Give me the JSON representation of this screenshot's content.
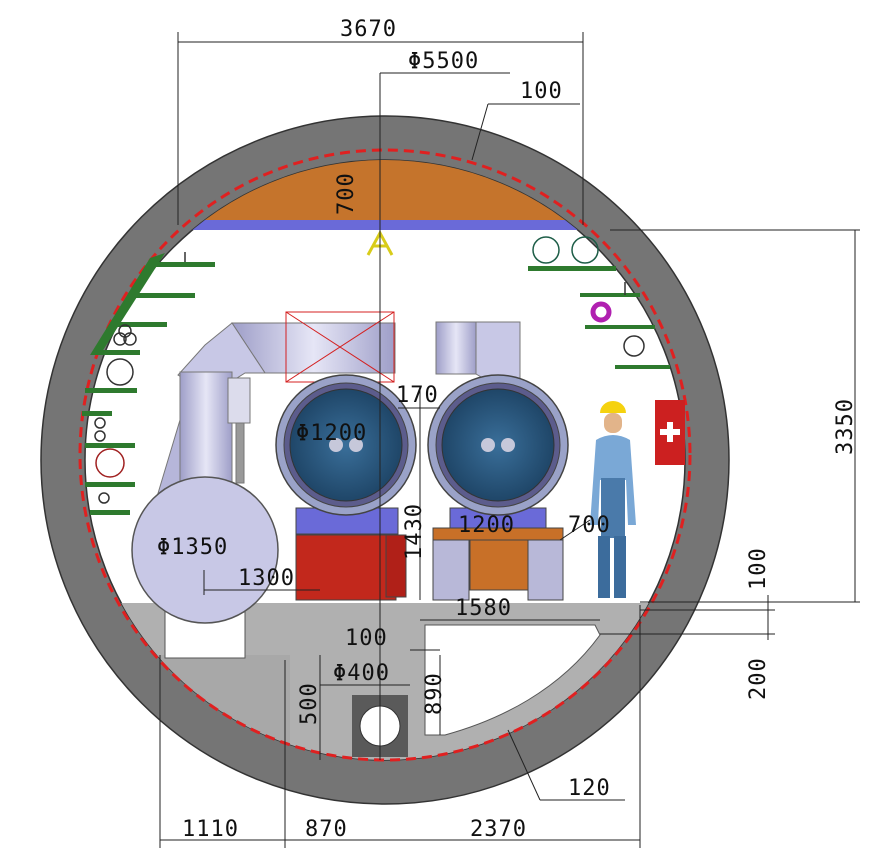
{
  "dimensions": {
    "top_width": "3670",
    "diameter": "Φ5500",
    "lining": "100",
    "crown": "700",
    "cable_pipe": "170",
    "water_pipe_dia": "Φ1200",
    "support_height": "1430",
    "support_width": "1200",
    "walkway": "700",
    "tank_dia": "Φ1350",
    "tank_offset": "1300",
    "right_height": "3350",
    "slab_top": "100",
    "slab_thick": "200",
    "channel_width": "1580",
    "drain_offset": "100",
    "drain_dia": "Φ400",
    "drain_depth": "500",
    "channel_depth": "890",
    "invert": "120",
    "bottom_left": "1110",
    "bottom_mid": "870",
    "bottom_right": "2370"
  },
  "colors": {
    "ring": "#757575",
    "crown_fill": "#c5742c",
    "beam": "#6a6ad8",
    "pipe_blue": "#2e5f86",
    "pipe_rim": "#9aa2c8",
    "support_red": "#c2281c",
    "support_orange": "#c87028",
    "duct": "#c8c8e6",
    "concrete": "#b0b0b0",
    "hazard_line": "#e02020",
    "bracket": "#2e7a2e"
  },
  "icons": {
    "worker": "person-hardhat-icon",
    "first_aid": "first-aid-icon",
    "lamp": "lamp-icon"
  }
}
